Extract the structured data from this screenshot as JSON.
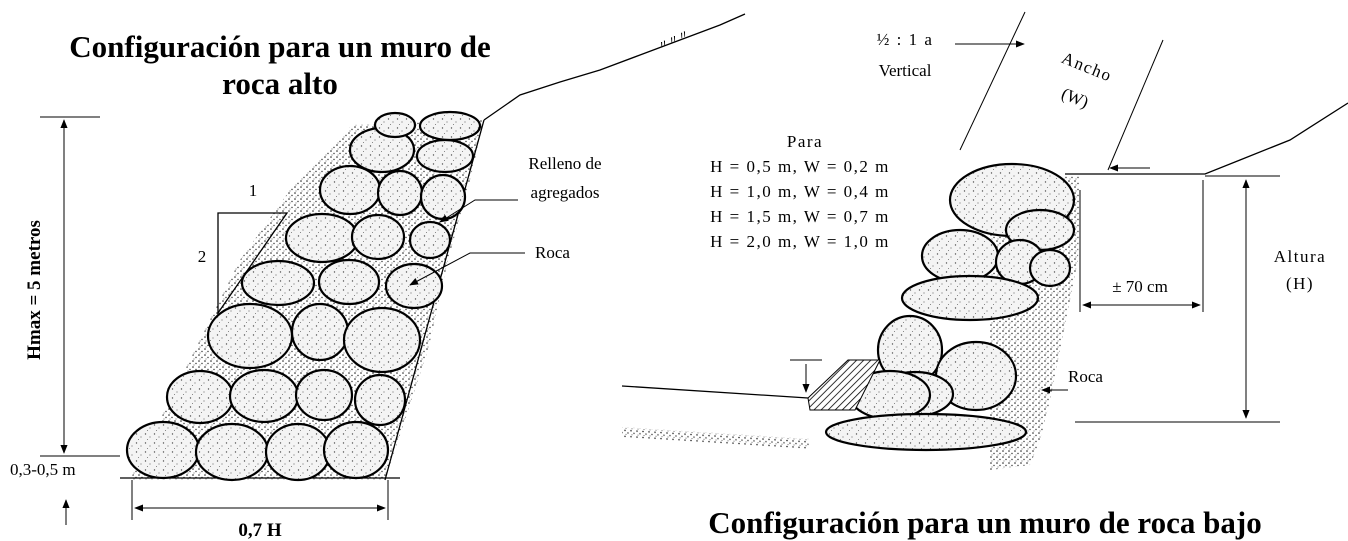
{
  "high_wall": {
    "title_line1": "Configuración para un muro de",
    "title_line2": "roca alto",
    "height_label": "Hmax  =  5  metros",
    "slope_top": "1",
    "slope_side": "2",
    "fill_label_line1": "Relleno de",
    "fill_label_line2": "agregados",
    "rock_label": "Roca",
    "footing_label": "0,3-0,5  m",
    "base_label": "0,7 H"
  },
  "low_wall": {
    "title": "Configuración para un muro de roca bajo",
    "batter_line1": "½ : 1 a",
    "batter_line2": "Vertical",
    "width_label_line1": "Ancho",
    "width_label_line2": "(W)",
    "table_header": "Para",
    "table_rows": [
      "H = 0,5 m, W = 0,2 m",
      "H = 1,0 m, W = 0,4 m",
      "H = 1,5 m, W = 0,7 m",
      "H = 2,0 m, W = 1,0 m"
    ],
    "depth_label": "± 70 cm",
    "height_label_line1": "Altura",
    "height_label_line2": "(H)",
    "rock_label": "Roca"
  }
}
